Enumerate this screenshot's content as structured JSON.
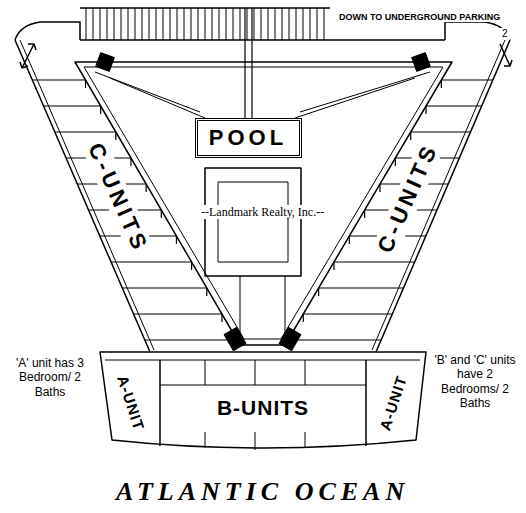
{
  "diagram": {
    "nodes": [
      {
        "text": [
          "POOL"
        ]
      },
      {
        "text": [
          "C-UNITS"
        ]
      },
      {
        "text": [
          "C-UNITS"
        ]
      },
      {
        "text": [
          "A-UNIT"
        ]
      },
      {
        "text": [
          "B-UNITS"
        ]
      },
      {
        "text": [
          "A-UNIT"
        ]
      }
    ],
    "labels": [
      "DOWN TO UNDERGROUND PARKING",
      "2",
      "--Landmark Realty, Inc.--",
      "'A' unit has 3 Bedroom/ 2 Baths",
      "'B' and 'C' units have 2 Bedrooms/ 2 Baths",
      "ATLANTIC OCEAN"
    ]
  }
}
